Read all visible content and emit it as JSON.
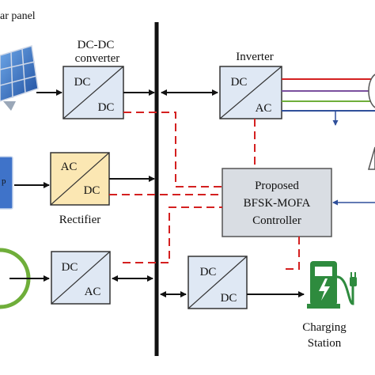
{
  "labels": {
    "solar_panel": "ar panel",
    "dcdc_title_1": "DC-DC",
    "dcdc_title_2": "converter",
    "inverter_title": "Inverter",
    "rectifier_title": "Rectifier",
    "controller_line1": "Proposed",
    "controller_line2": "BFSK-MOFA",
    "controller_line3": "Controller",
    "charging_line1": "Charging",
    "charging_line2": "Station"
  },
  "converters": {
    "solar_dcdc": {
      "top": "DC",
      "bottom": "DC"
    },
    "inverter": {
      "top": "DC",
      "bottom": "AC"
    },
    "rectifier": {
      "top": "AC",
      "bottom": "DC"
    },
    "battery_inverter": {
      "top": "DC",
      "bottom": "AC"
    },
    "charger_dcdc": {
      "top": "DC",
      "bottom": "DC"
    }
  },
  "colors": {
    "bus": "#111111",
    "block_blue": "#dfe8f4",
    "block_yellow": "#fbe7b3",
    "controller_fill": "#d9dde3",
    "signal_dash": "#d42020",
    "line_red": "#d42020",
    "line_blue": "#2f4f9a",
    "line_green": "#6fae3a",
    "line_purple": "#7a4f9e",
    "charging_green": "#2e8b3e"
  }
}
